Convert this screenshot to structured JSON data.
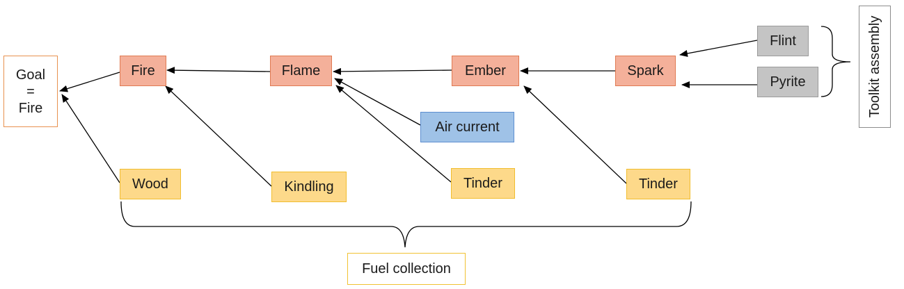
{
  "nodes": {
    "goal": {
      "line1": "Goal",
      "line2": "=",
      "line3": "Fire"
    },
    "fire": "Fire",
    "flame": "Flame",
    "ember": "Ember",
    "spark": "Spark",
    "flint": "Flint",
    "pyrite": "Pyrite",
    "air_current": "Air current",
    "wood": "Wood",
    "kindling": "Kindling",
    "tinder_flame": "Tinder",
    "tinder_ember": "Tinder"
  },
  "groups": {
    "fuel_collection": "Fuel collection",
    "toolkit_assembly": "Toolkit assembly"
  },
  "colors": {
    "process": "#f4b09a",
    "fuel": "#fdd98a",
    "air": "#9fc2e7",
    "tool": "#c4c4c4"
  }
}
